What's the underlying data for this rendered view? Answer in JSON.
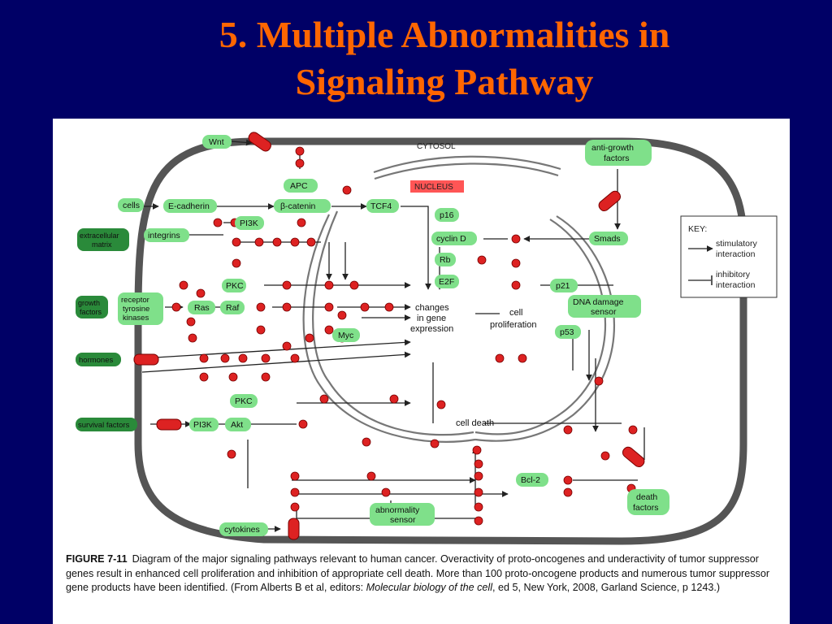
{
  "title": {
    "line1": "5. Multiple Abnormalities in",
    "line2": "Signaling Pathway"
  },
  "diagram": {
    "regions": {
      "cytosol": "CYTOSOL",
      "nucleus": "NUCLEUS"
    },
    "nodes": {
      "wnt": "Wnt",
      "anti_growth_1": "anti-growth",
      "anti_growth_2": "factors",
      "apc": "APC",
      "cells": "cells",
      "e_cadherin": "E-cadherin",
      "beta_catenin": "β-catenin",
      "tcf4": "TCF4",
      "p16": "p16",
      "cyclin_d": "cyclin D",
      "smads": "Smads",
      "ecm_1": "extracellular",
      "ecm_2": "matrix",
      "integrins": "integrins",
      "pi3k_top": "PI3K",
      "rb": "Rb",
      "e2f": "E2F",
      "pkc_top": "PKC",
      "p21": "p21",
      "growth_1": "growth",
      "growth_2": "factors",
      "rtk_1": "receptor",
      "rtk_2": "tyrosine",
      "rtk_3": "kinases",
      "ras": "Ras",
      "raf": "Raf",
      "dna_1": "DNA damage",
      "dna_2": "sensor",
      "myc": "Myc",
      "p53": "p53",
      "hormones": "hormones",
      "pkc_bottom": "PKC",
      "survival": "survival factors",
      "pi3k_bottom": "PI3K",
      "akt": "Akt",
      "bcl2": "Bcl-2",
      "abn_1": "abnormality",
      "abn_2": "sensor",
      "death_1": "death",
      "death_2": "factors",
      "cytokines": "cytokines"
    },
    "texts": {
      "changes_1": "changes",
      "changes_2": "in gene",
      "changes_3": "expression",
      "prolif_1": "cell",
      "prolif_2": "proliferation",
      "cell_death": "cell death"
    },
    "key": {
      "title": "KEY:",
      "stim_1": "stimulatory",
      "stim_2": "interaction",
      "inhib_1": "inhibitory",
      "inhib_2": "interaction"
    },
    "colors": {
      "node_fill": "#7fe08a",
      "dot_fill": "#dd2222",
      "nucleus_label_bg": "#ff5555",
      "membrane": "#555555"
    }
  },
  "caption": {
    "label": "FIGURE 7-11",
    "text_1": "Diagram of the major signaling pathways relevant to human cancer. Overactivity of proto-oncogenes and underactivity of tumor suppressor genes result in enhanced cell proliferation and inhibition of appropriate cell death. More than 100 proto-oncogene products and numerous tumor suppressor gene products have been identified. (From Alberts B et al, editors: ",
    "book": "Molecular biology of the cell",
    "text_2": ", ed 5, New York, 2008, Garland Science, p 1243.)"
  }
}
